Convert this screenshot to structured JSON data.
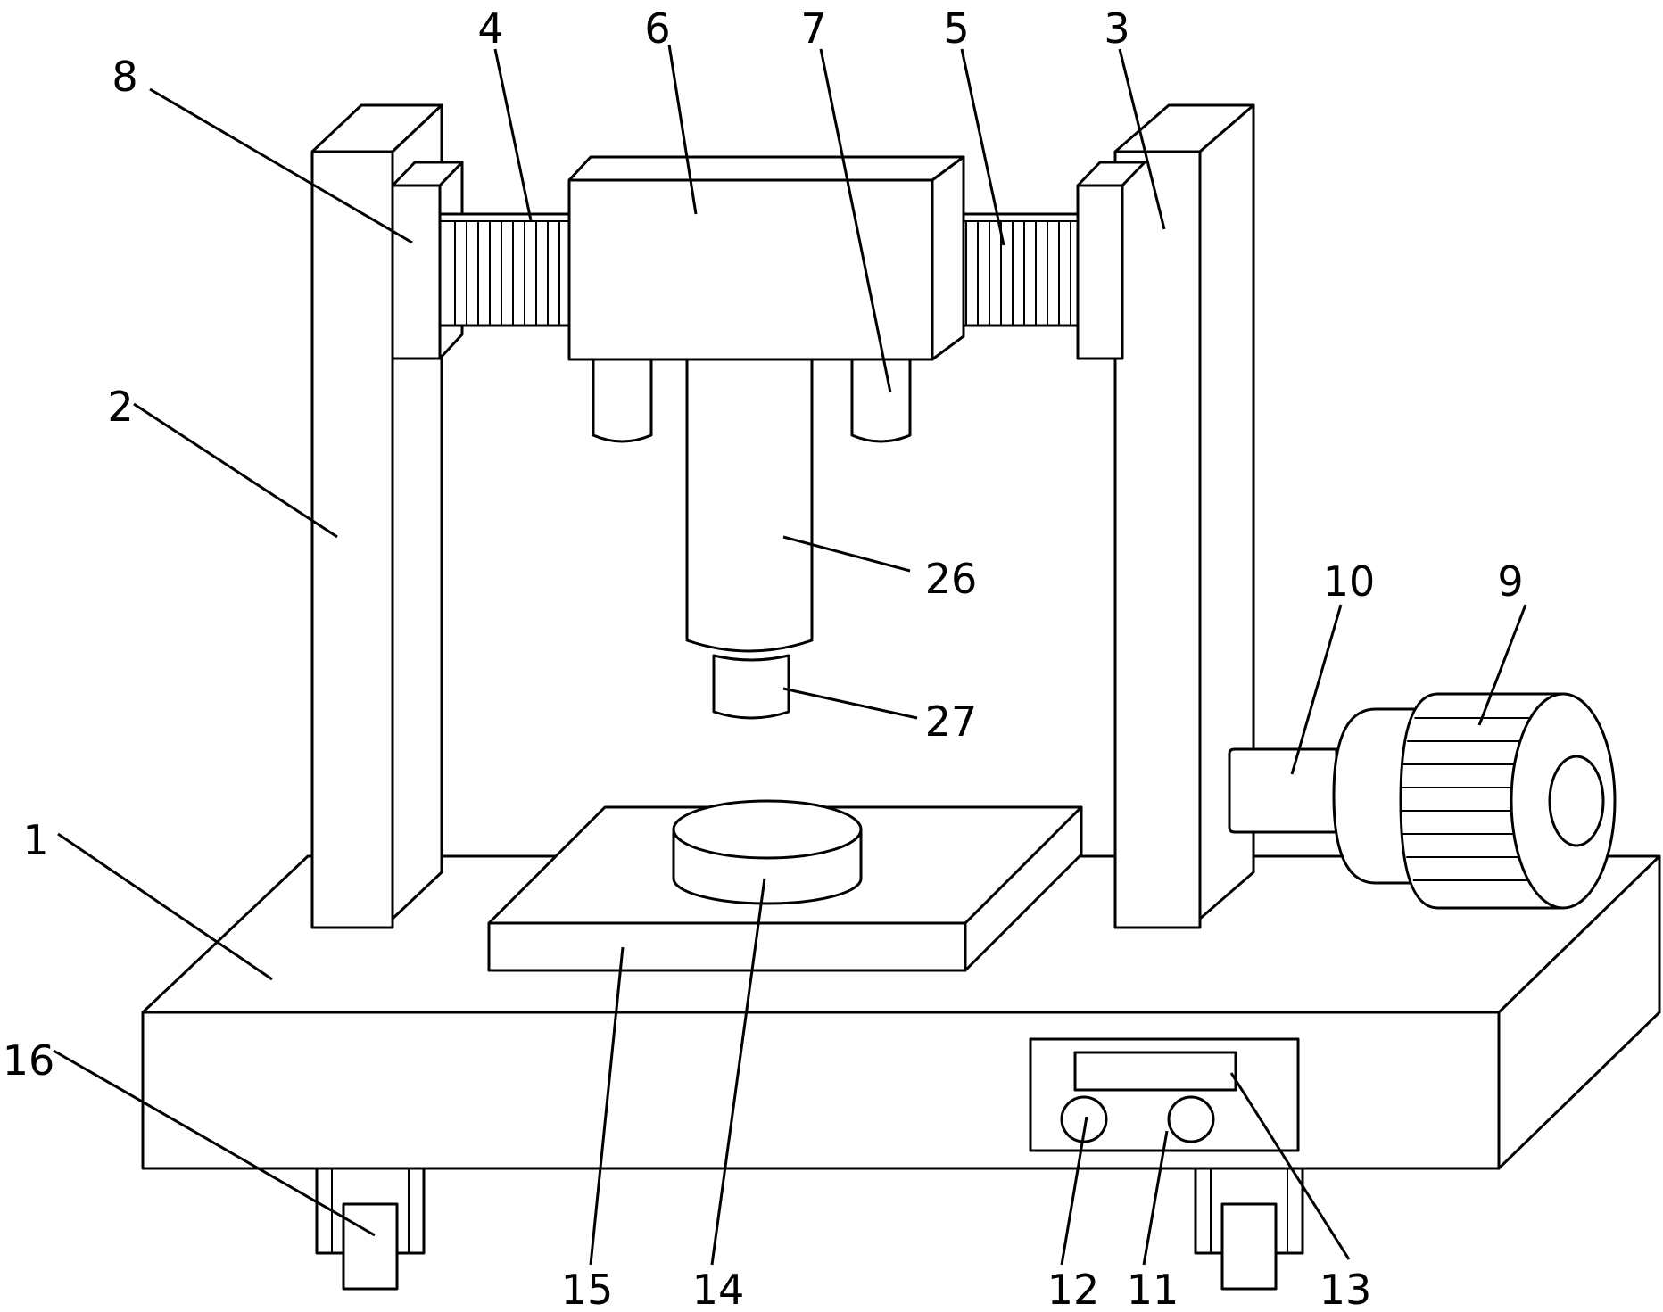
{
  "colors": {
    "stroke": "#000000",
    "background": "#ffffff"
  },
  "labels": {
    "l1": "1",
    "l2": "2",
    "l3": "3",
    "l4": "4",
    "l5": "5",
    "l6": "6",
    "l7": "7",
    "l8": "8",
    "l9": "9",
    "l10": "10",
    "l11": "11",
    "l12": "12",
    "l13": "13",
    "l14": "14",
    "l15": "15",
    "l16": "16",
    "l26": "26",
    "l27": "27"
  }
}
